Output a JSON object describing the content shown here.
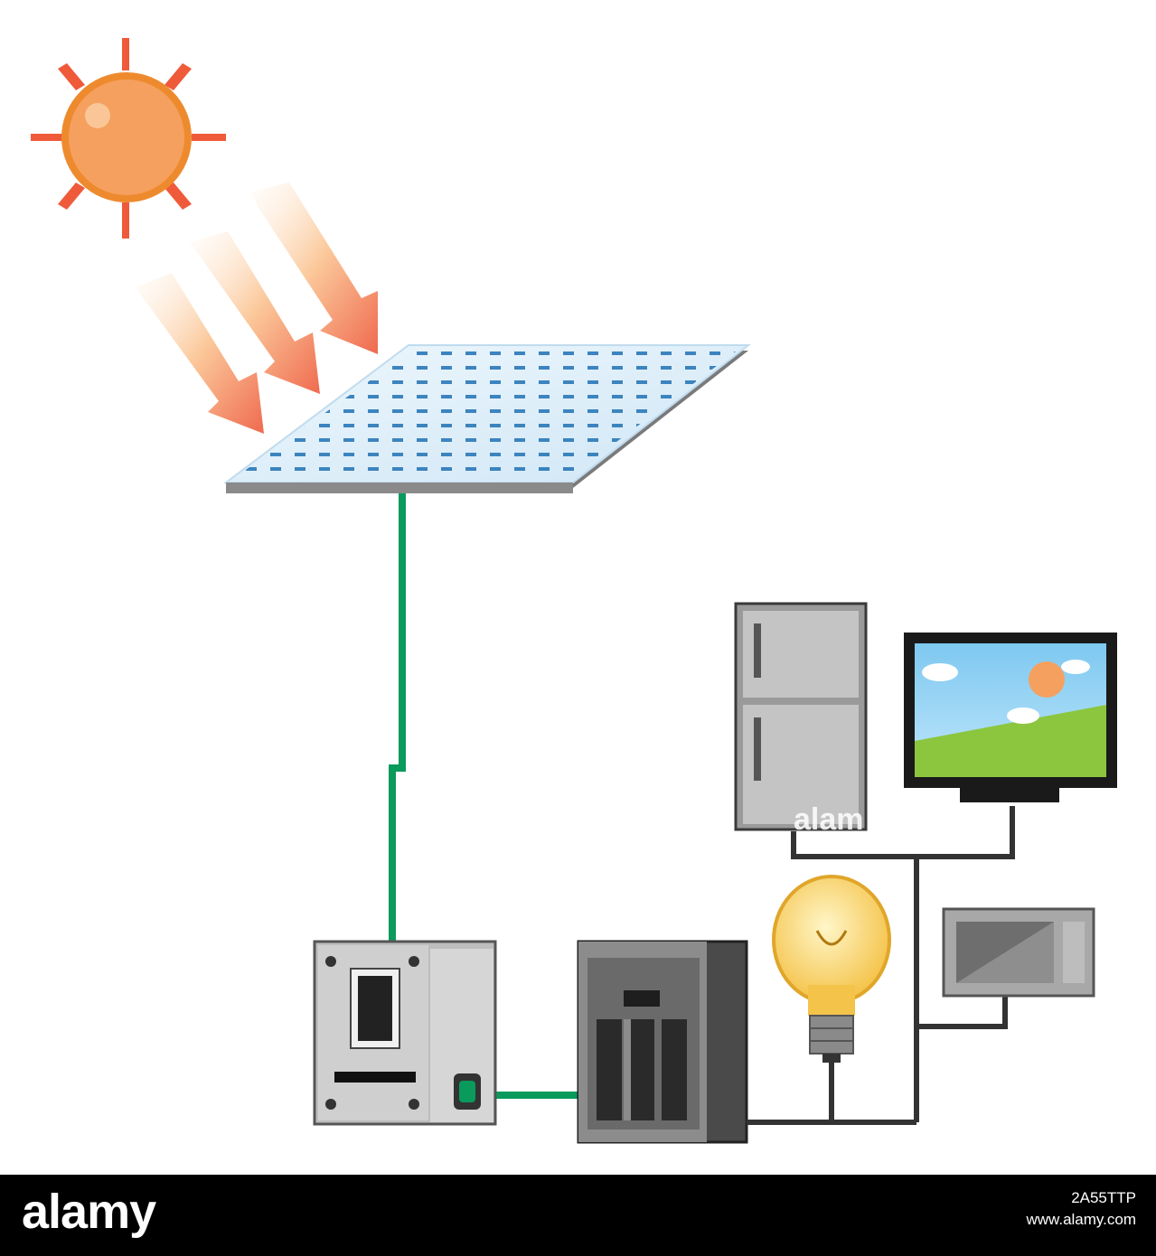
{
  "diagram": {
    "components": [
      {
        "id": "sun",
        "label": ""
      },
      {
        "id": "sun-rays",
        "label": ""
      },
      {
        "id": "solar-panel",
        "label": ""
      },
      {
        "id": "inverter",
        "label": ""
      },
      {
        "id": "breaker-box",
        "label": ""
      },
      {
        "id": "refrigerator",
        "label": ""
      },
      {
        "id": "television",
        "label": ""
      },
      {
        "id": "light-bulb",
        "label": ""
      },
      {
        "id": "microwave",
        "label": ""
      }
    ],
    "connections": [
      {
        "from": "solar-panel",
        "to": "inverter",
        "color": "#0a9a5c"
      },
      {
        "from": "inverter",
        "to": "breaker-box",
        "color": "#0a9a5c"
      },
      {
        "from": "breaker-box",
        "to": "light-bulb",
        "color": "#333333"
      },
      {
        "from": "breaker-box",
        "to": "microwave",
        "color": "#333333"
      },
      {
        "from": "breaker-box",
        "to": "refrigerator",
        "color": "#333333"
      },
      {
        "from": "breaker-box",
        "to": "television",
        "color": "#333333"
      }
    ],
    "colors": {
      "sun_fill": "#f5a05e",
      "sun_rays": "#ef5a3a",
      "panel": "#d7ecf8",
      "panel_cells": "#2a78b8",
      "green_wire": "#0a9a5c",
      "dark_wire": "#333333",
      "appliance_gray": "#b0b0b0"
    }
  },
  "watermark": {
    "overlay": "alam",
    "brand": "alamy",
    "image_id": "2A55TTP",
    "site": "www.alamy.com"
  }
}
